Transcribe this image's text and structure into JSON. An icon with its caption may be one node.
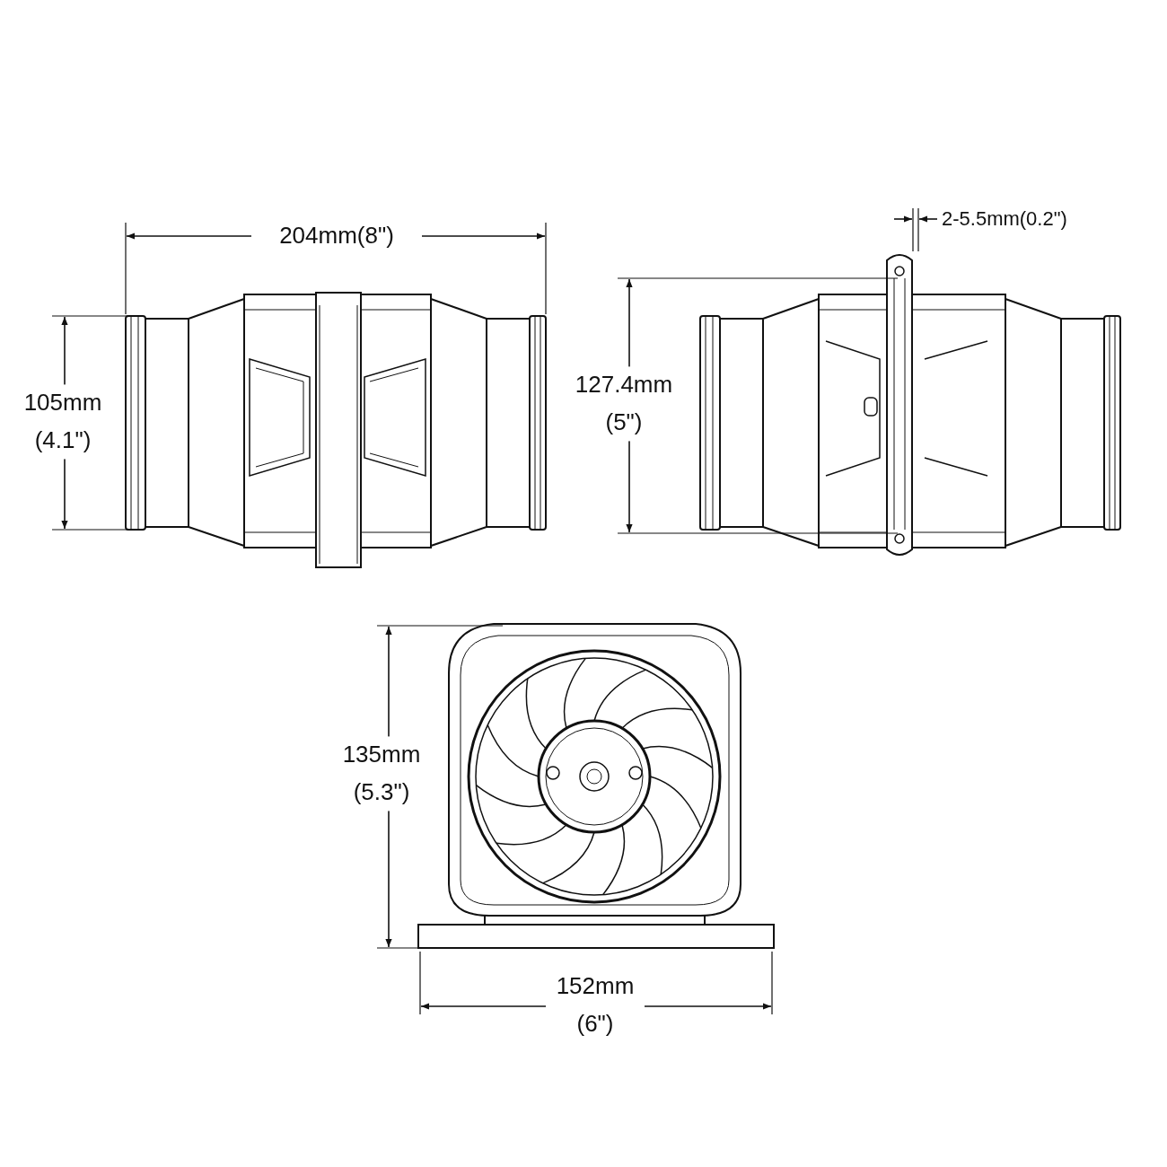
{
  "diagram": {
    "labels": [
      "204mm(8\")",
      "2-5.5mm(0.2\")",
      "105mm (4.1\")",
      "127.4mm (5\")",
      "135mm (5.3\")",
      "152mm (6\")"
    ]
  }
}
